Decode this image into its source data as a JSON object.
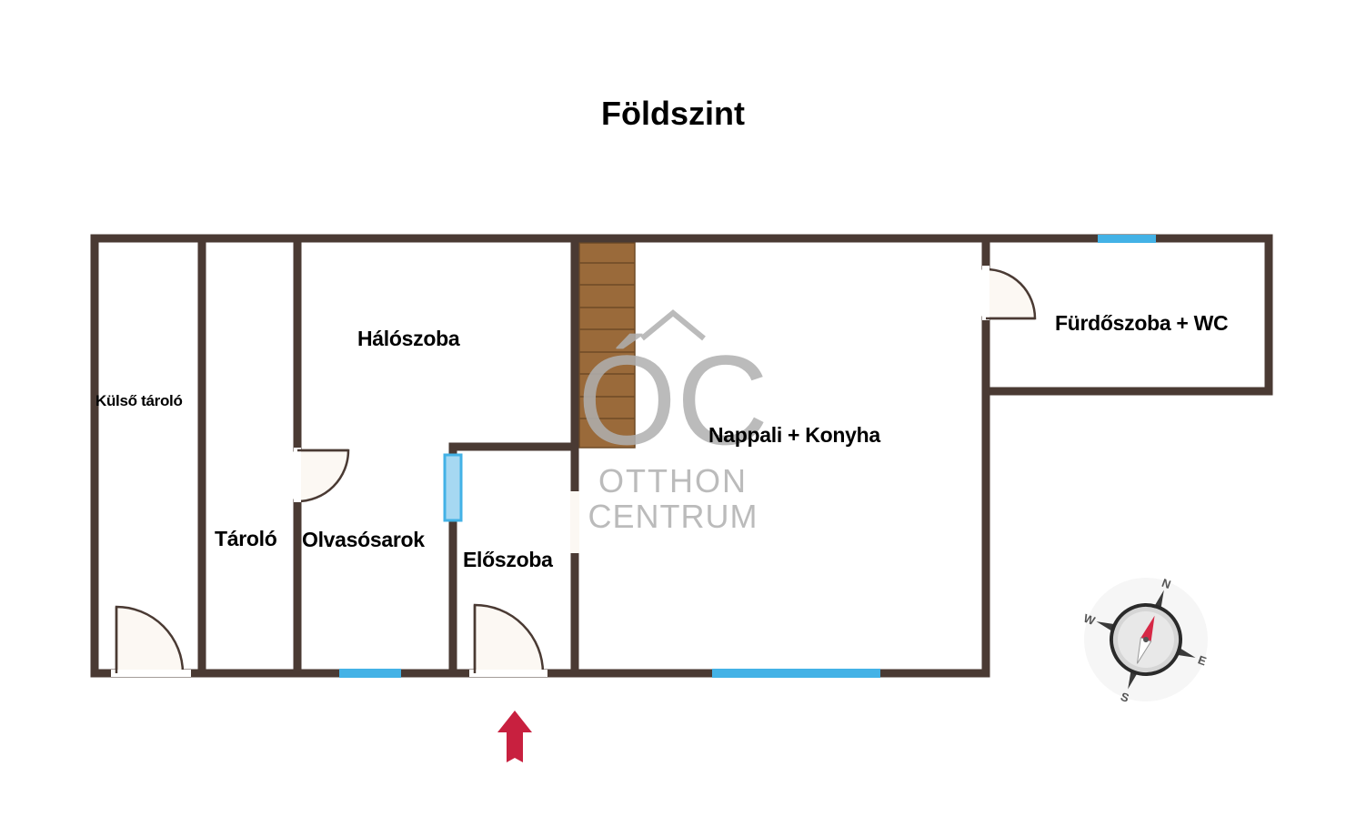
{
  "title": "Földszint",
  "rooms": {
    "kulso_tarolo": "Külső tároló",
    "tarolo": "Tároló",
    "haloszoba": "Hálószoba",
    "olvasosarok": "Olvasósarok",
    "eloszoba": "Előszoba",
    "nappali_konyha": "Nappali + Konyha",
    "furdoszoba_wc": "Fürdőszoba + WC"
  },
  "watermark": {
    "monogram": "ÓC",
    "line1": "OTTHON",
    "line2": "CENTRUM"
  },
  "compass": {
    "n": "N",
    "e": "E",
    "s": "S",
    "w": "W"
  },
  "colors": {
    "wall": "#4a3a33",
    "window": "#43b2e6",
    "stairs": "#9a6a3a",
    "door_fill": "#fcf8f3",
    "entrance_arrow": "#c8203f",
    "watermark": "#b0b0b0"
  }
}
